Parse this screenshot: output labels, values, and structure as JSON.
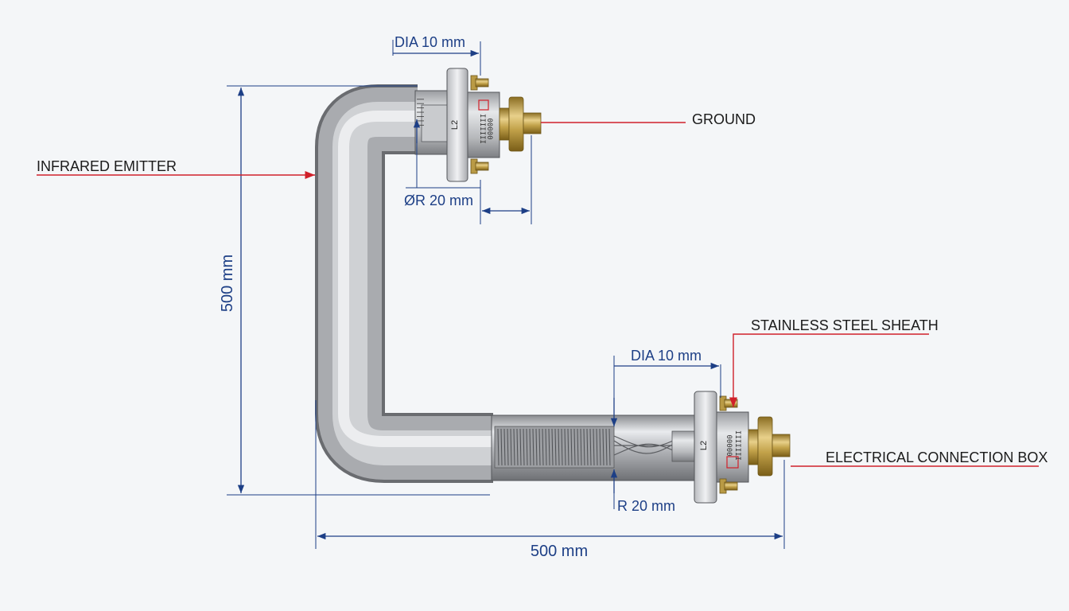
{
  "labels": {
    "infrared_emitter": "INFRARED EMITTER",
    "ground": "GROUND",
    "stainless_sheath": "STAINLESS STEEL SHEATH",
    "connection_box": "ELECTRICAL CONNECTION BOX"
  },
  "dimensions": {
    "dia_top": "DIA 10 mm",
    "dia_bottom": "DIA 10 mm",
    "radius_top": "ØR 20 mm",
    "radius_bottom": "R 20 mm",
    "height": "500 mm",
    "width": "500 mm"
  },
  "markings": {
    "flange_mark_top": "L2",
    "flange_mark_bottom": "L2",
    "engraving_top_a": "IIIIIII",
    "engraving_top_b": "00000",
    "engraving_bottom_a": "00000",
    "engraving_bottom_b": "IIIIIII",
    "tube_mark": "|||||||"
  },
  "colors": {
    "dimension_line": "#1d3f86",
    "leader_line": "#d0202a",
    "steel_light": "#e4e6e9",
    "steel_dark": "#77797d",
    "brass": "#c2a24a"
  },
  "icons": {
    "pipe": "bent-pipe-heater-drawing",
    "terminal": "brass-terminal-nut"
  }
}
